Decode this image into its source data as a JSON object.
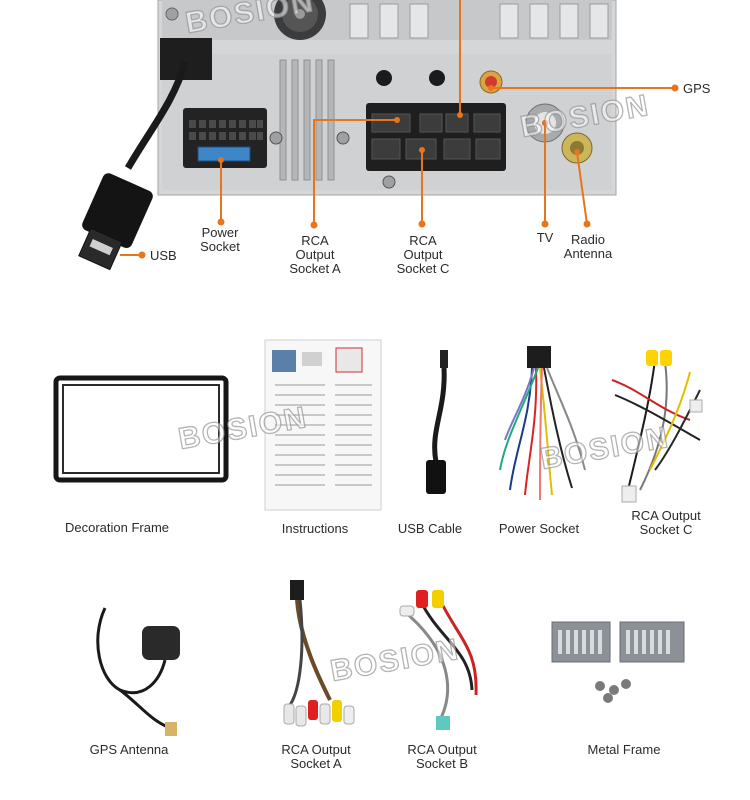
{
  "watermark": "BOSION",
  "accent_color": "#e8741e",
  "ports": {
    "gps": "GPS",
    "usb": "USB",
    "power_socket": [
      "Power",
      "Socket"
    ],
    "rca_a": [
      "RCA",
      "Output",
      "Socket A"
    ],
    "rca_c": [
      "RCA",
      "Output",
      "Socket C"
    ],
    "tv": "TV",
    "radio_antenna": [
      "Radio",
      "Antenna"
    ]
  },
  "accessories_row1": [
    {
      "label": [
        "Decoration Frame"
      ]
    },
    {
      "label": [
        "Instructions"
      ]
    },
    {
      "label": [
        "USB Cable"
      ]
    },
    {
      "label": [
        "Power Socket"
      ]
    },
    {
      "label": [
        "RCA Output",
        "Socket C"
      ]
    }
  ],
  "accessories_row2": [
    {
      "label": [
        "GPS Antenna"
      ]
    },
    {
      "label": [
        "RCA Output",
        "Socket A"
      ]
    },
    {
      "label": [
        "RCA Output",
        "Socket B"
      ]
    },
    {
      "label": [
        "Metal Frame"
      ]
    }
  ]
}
